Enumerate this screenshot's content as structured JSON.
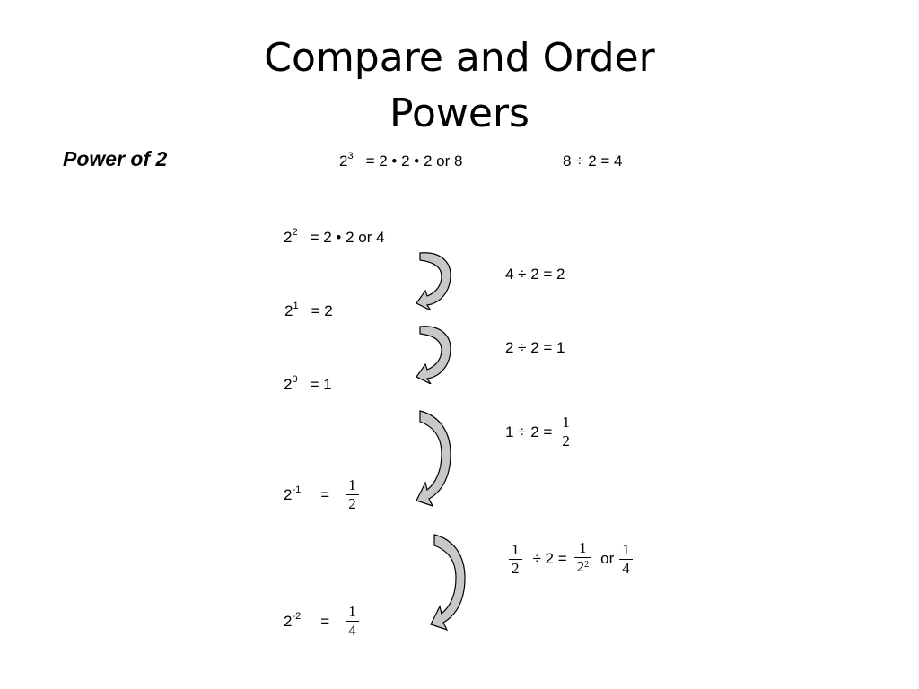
{
  "title": {
    "line1": "Compare and Order",
    "line2": "Powers"
  },
  "subtitle": "Power of 2",
  "top_row": {
    "base": "2",
    "exp": "3",
    "expansion": "=  2 • 2 • 2  or 8",
    "division": "8 ÷ 2 = 4"
  },
  "powers": [
    {
      "base": "2",
      "exp": "2",
      "rhs": "=  2 • 2 or 4"
    },
    {
      "base": "2",
      "exp": "1",
      "rhs": "=  2"
    },
    {
      "base": "2",
      "exp": "0",
      "rhs": "=  1"
    },
    {
      "base": "2",
      "exp": "-1",
      "eq": "=",
      "num": "1",
      "den": "2"
    },
    {
      "base": "2",
      "exp": "-2",
      "eq": "=",
      "num": "1",
      "den": "4"
    }
  ],
  "divisions": [
    {
      "text": "4 ÷ 2 = 2"
    },
    {
      "text": "2 ÷ 2 = 1"
    },
    {
      "lhs": "1 ÷ 2 =",
      "num": "1",
      "den": "2"
    },
    {
      "f1_num": "1",
      "f1_den": "2",
      "op": "÷ 2 =",
      "f2_num": "1",
      "f2_den_base": "2",
      "f2_den_exp": "2",
      "or": "or",
      "f3_num": "1",
      "f3_den": "4"
    }
  ],
  "colors": {
    "arrow_fill": "#c8c8c8",
    "arrow_stroke": "#000000"
  },
  "icons": [
    "curved-arrow-icon"
  ]
}
